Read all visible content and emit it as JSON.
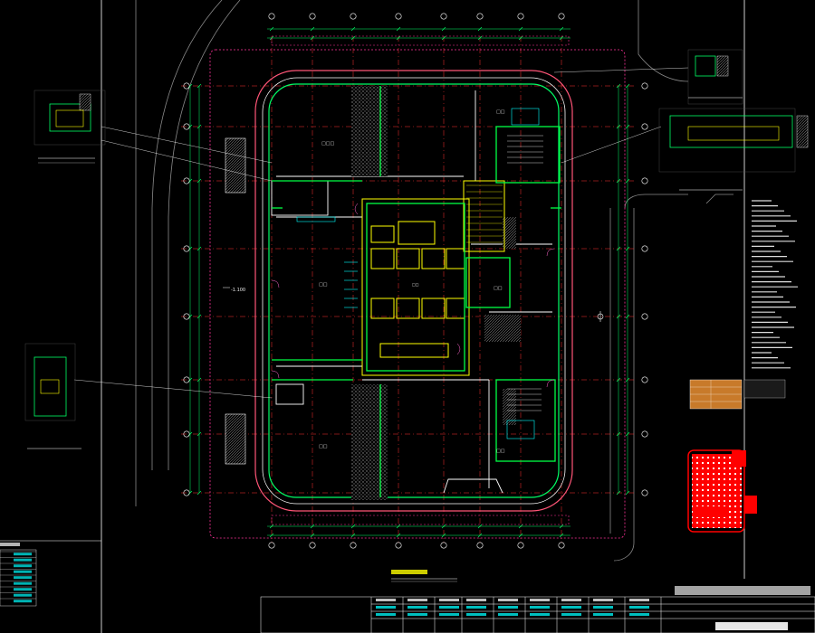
{
  "drawing": {
    "elevation_labels": [
      "-1.100"
    ],
    "colors": {
      "background": "#000000",
      "outline": "#ffffff",
      "axis": "#ff0000",
      "wall": "#00ff00",
      "core": "#ffff00",
      "dimension": "#00ff00",
      "curve": "#ff66cc",
      "cyan_detail": "#00ffff",
      "site": "#8a8a8a",
      "legend_fill": "#ff0000"
    },
    "icons": [
      "stair-hatch",
      "elevator-car",
      "grid-bubble",
      "site-road-curve",
      "north-arrow"
    ]
  }
}
